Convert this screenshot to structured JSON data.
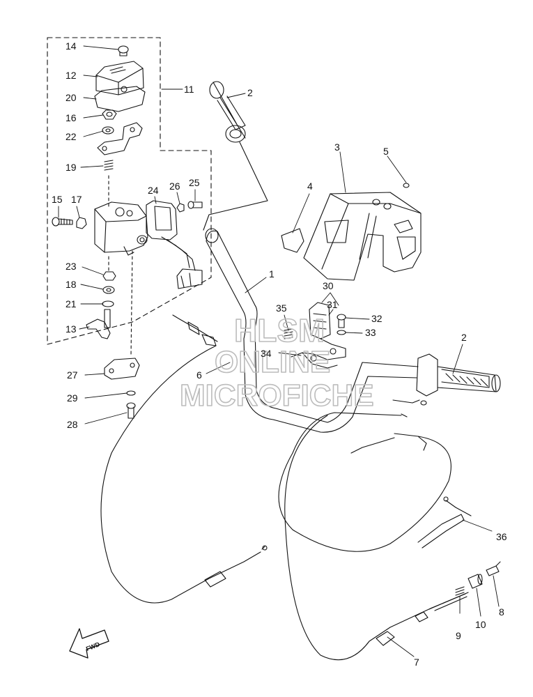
{
  "callouts": [
    {
      "id": "c14",
      "text": "14"
    },
    {
      "id": "c12",
      "text": "12"
    },
    {
      "id": "c20",
      "text": "20"
    },
    {
      "id": "c16",
      "text": "16"
    },
    {
      "id": "c22",
      "text": "22"
    },
    {
      "id": "c19",
      "text": "19"
    },
    {
      "id": "c15",
      "text": "15"
    },
    {
      "id": "c17",
      "text": "17"
    },
    {
      "id": "c23",
      "text": "23"
    },
    {
      "id": "c18",
      "text": "18"
    },
    {
      "id": "c21",
      "text": "21"
    },
    {
      "id": "c13",
      "text": "13"
    },
    {
      "id": "c27",
      "text": "27"
    },
    {
      "id": "c29",
      "text": "29"
    },
    {
      "id": "c28",
      "text": "28"
    },
    {
      "id": "c11",
      "text": "11"
    },
    {
      "id": "c24",
      "text": "24"
    },
    {
      "id": "c26",
      "text": "26"
    },
    {
      "id": "c25",
      "text": "25"
    },
    {
      "id": "c2a",
      "text": "2"
    },
    {
      "id": "c3",
      "text": "3"
    },
    {
      "id": "c5",
      "text": "5"
    },
    {
      "id": "c4",
      "text": "4"
    },
    {
      "id": "c1",
      "text": "1"
    },
    {
      "id": "c30",
      "text": "30"
    },
    {
      "id": "c35",
      "text": "35"
    },
    {
      "id": "c31",
      "text": "31"
    },
    {
      "id": "c32",
      "text": "32"
    },
    {
      "id": "c33",
      "text": "33"
    },
    {
      "id": "c34",
      "text": "34"
    },
    {
      "id": "c6",
      "text": "6"
    },
    {
      "id": "c2b",
      "text": "2"
    },
    {
      "id": "c36",
      "text": "36"
    },
    {
      "id": "c8",
      "text": "8"
    },
    {
      "id": "c10",
      "text": "10"
    },
    {
      "id": "c9",
      "text": "9"
    },
    {
      "id": "c7",
      "text": "7"
    }
  ],
  "watermark": {
    "line1": "HLSM",
    "line2": "ONLINE",
    "line3": "MICROFICHE"
  },
  "fwd_label": "FWD",
  "colors": {
    "line": "#111111",
    "watermark": "#bcbcbc",
    "background": "#ffffff"
  }
}
